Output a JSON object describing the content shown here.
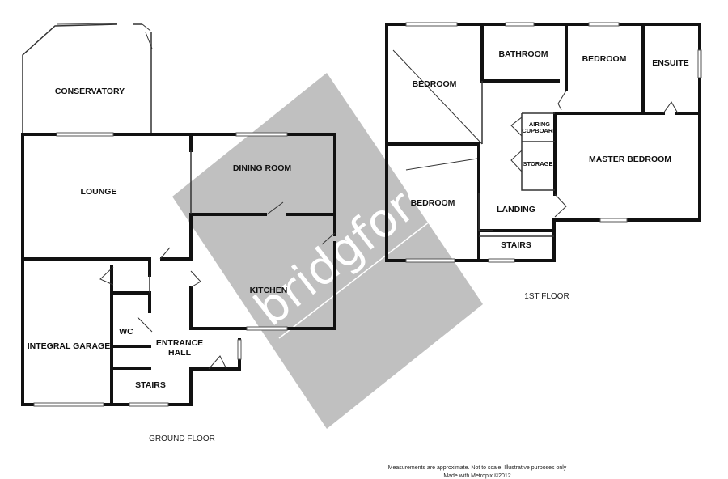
{
  "watermark": {
    "text": "bridgfords",
    "color": "#b5b5b5"
  },
  "ground_floor": {
    "label": "GROUND FLOOR",
    "rooms": {
      "conservatory": "CONSERVATORY",
      "lounge": "LOUNGE",
      "dining_room": "DINING ROOM",
      "kitchen": "KITCHEN",
      "integral_garage": "INTEGRAL GARAGE",
      "wc": "WC",
      "entrance_hall_line1": "ENTRANCE",
      "entrance_hall_line2": "HALL",
      "stairs": "STAIRS"
    }
  },
  "first_floor": {
    "label": "1ST FLOOR",
    "rooms": {
      "bedroom_left_top": "BEDROOM",
      "bathroom": "BATHROOM",
      "bedroom_top": "BEDROOM",
      "ensuite": "ENSUITE",
      "airing_line1": "AIRING",
      "airing_line2": "CUPBOARD",
      "storage": "STORAGE",
      "master_bedroom": "MASTER BEDROOM",
      "bedroom_left_bottom": "BEDROOM",
      "landing": "LANDING",
      "stairs": "STAIRS"
    }
  },
  "disclaimer": {
    "line1": "Measurements are approximate.  Not to scale.  Illustrative purposes only",
    "line2": "Made with Metropix ©2012"
  }
}
